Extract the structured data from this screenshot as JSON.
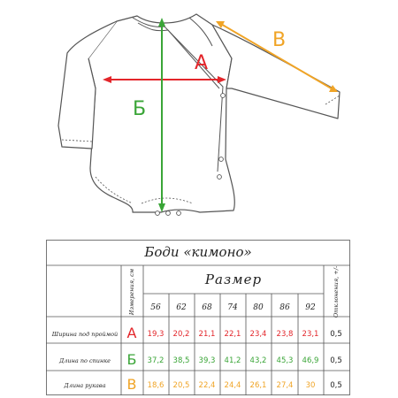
{
  "diagram": {
    "labels": {
      "a": "А",
      "b": "Б",
      "v": "В"
    },
    "colors": {
      "a": "#e3262b",
      "b": "#3aa537",
      "v": "#f0a426",
      "outline": "#555555"
    }
  },
  "table": {
    "title": "Боди «кимоно»",
    "unit_header": "Измерения, см",
    "size_header": "Размер",
    "tolerance_header": "Отклонения, +/-",
    "sizes": [
      "56",
      "62",
      "68",
      "74",
      "80",
      "86",
      "92"
    ],
    "rows": [
      {
        "label": "Ширина под проймой",
        "letter": "А",
        "color": "#e3262b",
        "values": [
          "19,3",
          "20,2",
          "21,1",
          "22,1",
          "23,4",
          "23,8",
          "23,1"
        ],
        "tolerance": "0,5"
      },
      {
        "label": "Длина по спинке",
        "letter": "Б",
        "color": "#3aa537",
        "values": [
          "37,2",
          "38,5",
          "39,3",
          "41,2",
          "43,2",
          "45,3",
          "46,9"
        ],
        "tolerance": "0,5"
      },
      {
        "label": "Длина рукава",
        "letter": "В",
        "color": "#f0a426",
        "values": [
          "18,6",
          "20,5",
          "22,4",
          "24,4",
          "26,1",
          "27,4",
          "30"
        ],
        "tolerance": "0,5"
      }
    ]
  }
}
